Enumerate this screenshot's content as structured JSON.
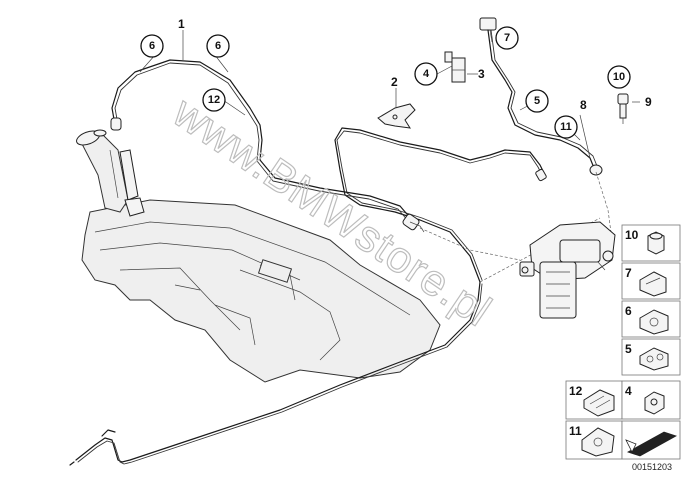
{
  "diagram": {
    "callouts": {
      "c1": "1",
      "c2": "2",
      "c3": "3",
      "c4": "4",
      "c5": "5",
      "c6a": "6",
      "c6b": "6",
      "c7": "7",
      "c8": "8",
      "c9": "9",
      "c10": "10",
      "c11": "11",
      "c12": "12"
    },
    "legend": {
      "l10": "10",
      "l7": "7",
      "l6": "6",
      "l5": "5",
      "l12": "12",
      "l4": "4",
      "l11": "11"
    },
    "watermark": "www.BMWstore.pl",
    "diagram_code": "00151203"
  }
}
